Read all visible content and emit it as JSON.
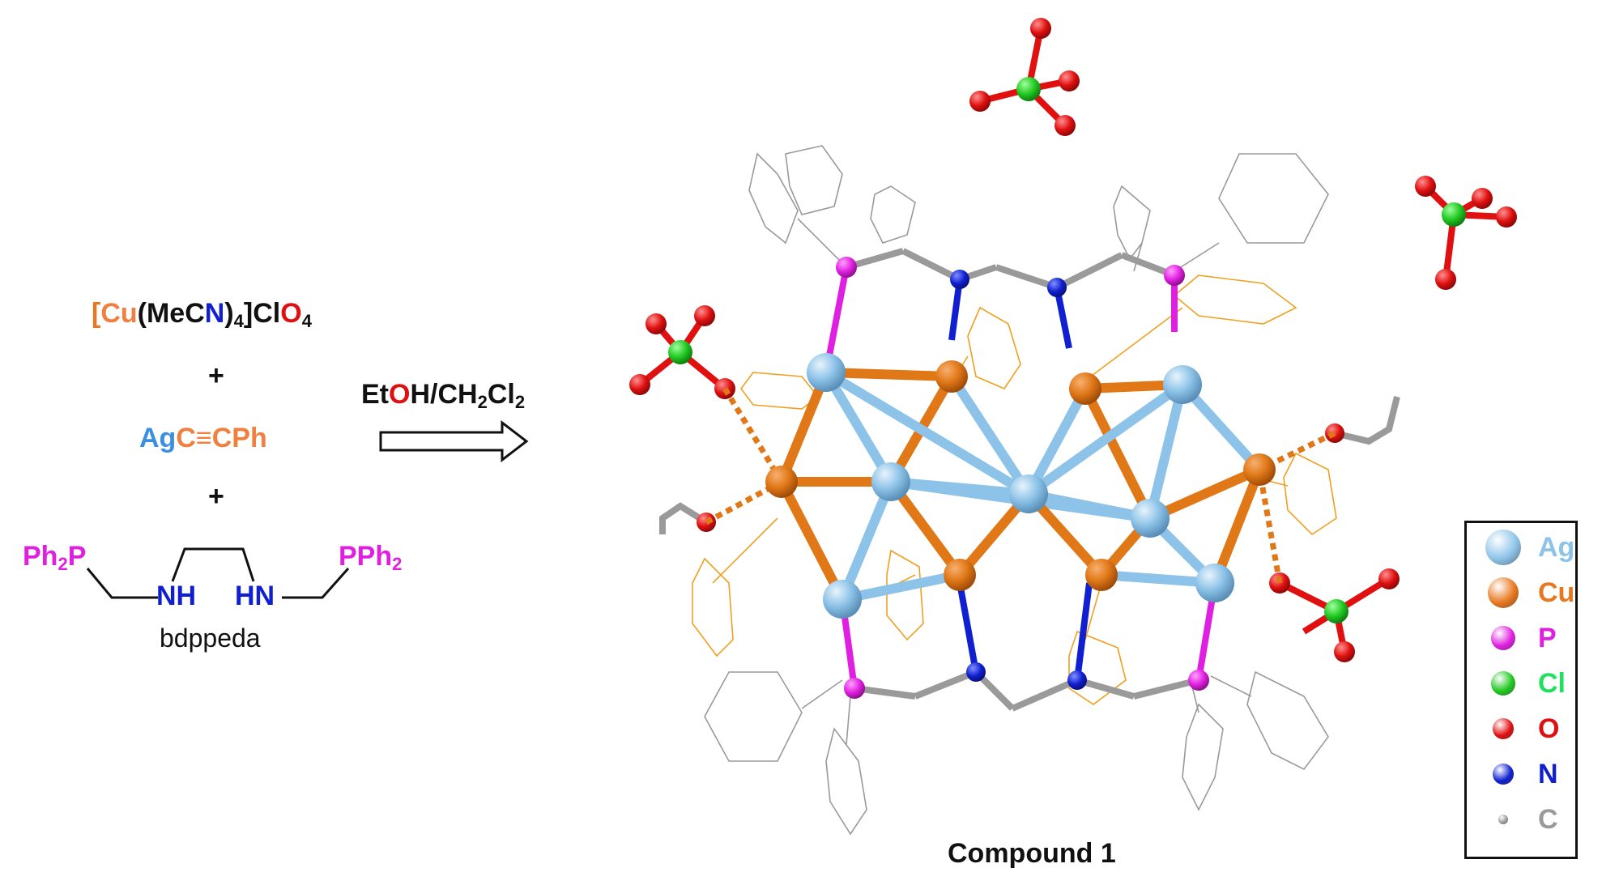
{
  "reagents": {
    "r1_open": "[",
    "r1_cu": "Cu",
    "r1_mid1": "(MeC",
    "r1_n": "N",
    "r1_mid2": ")",
    "r1_sub4": "4",
    "r1_mid3": "]Cl",
    "r1_o": "O",
    "r1_sub4b": "4",
    "plus1": "+",
    "r2_ag": "Ag",
    "r2_rest": "C≡CPh",
    "plus2": "+",
    "ligand_ph2p_left": "Ph",
    "ligand_ph2p_left_sub": "2",
    "ligand_ph2p_left_p": "P",
    "ligand_pph2_right": "PPh",
    "ligand_pph2_right_sub": "2",
    "ligand_nh_left": "NH",
    "ligand_hn_right": "HN",
    "ligand_name": "bdppeda"
  },
  "conditions": {
    "et": "Et",
    "o": "O",
    "h_ch2": "H/CH",
    "sub2a": "2",
    "cl": "Cl",
    "sub2b": "2"
  },
  "product_label": "Compound 1",
  "legend": [
    {
      "label": "Ag",
      "color": "#8dc3e8",
      "label_color": "#8dc3e8"
    },
    {
      "label": "Cu",
      "color": "#e87820",
      "label_color": "#e87820"
    },
    {
      "label": "P",
      "color": "#e020e0",
      "label_color": "#e020e0"
    },
    {
      "label": "Cl",
      "color": "#20c820",
      "label_color": "#20e060"
    },
    {
      "label": "O",
      "color": "#e01010",
      "label_color": "#e01010"
    },
    {
      "label": "N",
      "color": "#1020d0",
      "label_color": "#1020d0"
    },
    {
      "label": "C",
      "color": "#9a9a9a",
      "label_color": "#9a9a9a"
    }
  ],
  "colors": {
    "ag": "#8dc3e8",
    "cu": "#e87820",
    "p": "#e020e0",
    "cl": "#20c820",
    "o": "#e01010",
    "n": "#1020d0",
    "c": "#9a9a9a",
    "phenyl_ring_orange": "#f0a020"
  }
}
